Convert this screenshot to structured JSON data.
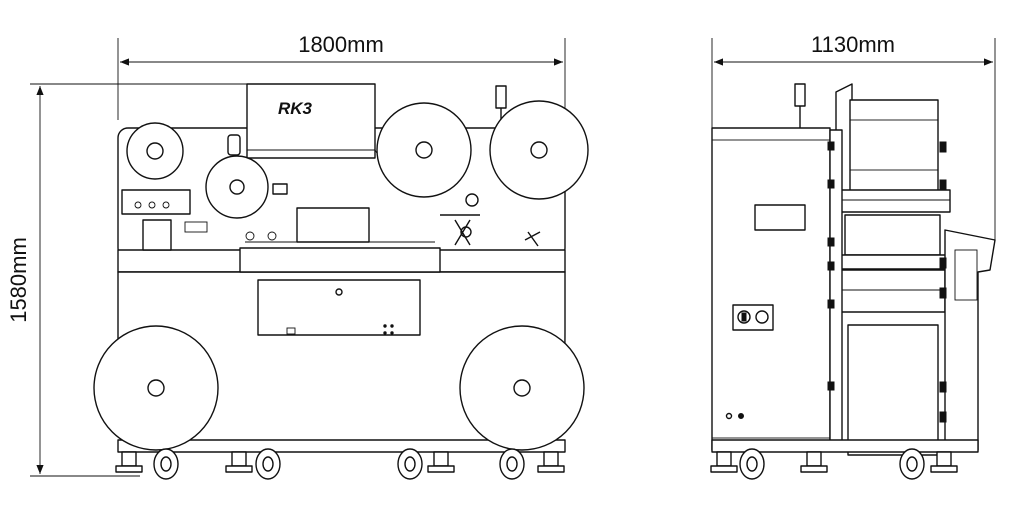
{
  "dimensions": {
    "front_width": "1800mm",
    "side_width": "1130mm",
    "height": "1580mm"
  },
  "machine": {
    "model_label": "RK3"
  },
  "colors": {
    "line": "#111111",
    "background": "#ffffff"
  }
}
